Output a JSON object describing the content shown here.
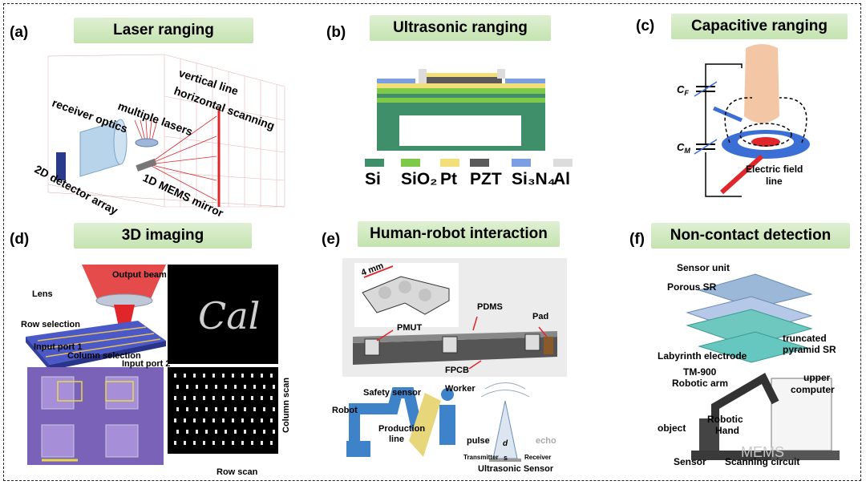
{
  "panels": {
    "a": {
      "letter": "(a)",
      "title": "Laser ranging",
      "labels": {
        "vertical_line": "vertical line",
        "horizontal_scanning": "horizontal scanning",
        "receiver_optics": "receiver optics",
        "multiple_lasers": "multiple lasers",
        "detector": "2D detector array",
        "mems_mirror": "1D MEMS mirror"
      }
    },
    "b": {
      "letter": "(b)",
      "title": "Ultrasonic  ranging",
      "legend": [
        {
          "label": "Si",
          "color": "#3f8f6b"
        },
        {
          "label": "SiO₂",
          "color": "#7ec84a"
        },
        {
          "label": "Pt",
          "color": "#f2df7a"
        },
        {
          "label": "PZT",
          "color": "#5a5a5a"
        },
        {
          "label": "Si₃N₄",
          "color": "#7b9fe0"
        },
        {
          "label": "Al",
          "color": "#dcdcdc"
        }
      ]
    },
    "c": {
      "letter": "(c)",
      "title": "Capacitive ranging",
      "labels": {
        "cf": "C",
        "cf_sub": "F",
        "cm": "C",
        "cm_sub": "M",
        "field_line_1": "Electric field",
        "field_line_2": "line"
      }
    },
    "d": {
      "letter": "(d)",
      "title": "3D imaging",
      "labels": {
        "output_beam": "Output beam",
        "lens": "Lens",
        "row_selection": "Row selection",
        "input_port_1": "Input port 1",
        "column_selection": "Column selection",
        "input_port_2": "Input port 2",
        "column_scan": "Column scan",
        "row_scan": "Row scan",
        "cal": "Cal"
      }
    },
    "e": {
      "letter": "(e)",
      "title": "Human-robot interaction",
      "labels": {
        "size": "4 mm",
        "pdms": "PDMS",
        "pad": "Pad",
        "pmut": "PMUT",
        "fpcb": "FPCB",
        "safety_sensor": "Safety sensor",
        "worker": "Worker",
        "robot": "Robot",
        "production_line_1": "Production",
        "production_line_2": "line",
        "pulse": "pulse",
        "echo": "echo",
        "d": "d",
        "s": "s",
        "transmitter": "Transmitter",
        "receiver": "Receiver",
        "ultrasonic_sensor": "Ultrasonic Sensor"
      }
    },
    "f": {
      "letter": "(f)",
      "title": "Non-contact detection",
      "labels": {
        "sensor_unit": "Sensor unit",
        "porous_sr": "Porous SR",
        "truncated_1": "truncated",
        "truncated_2": "pyramid SR",
        "labyrinth": "Labyrinth electrode",
        "tm900_1": "TM-900",
        "tm900_2": "Robotic arm",
        "upper_1": "upper",
        "upper_2": "computer",
        "object": "object",
        "robotic_1": "Robotic",
        "robotic_2": "Hand",
        "sensor": "Sensor",
        "scanning": "Scanning circuit"
      }
    }
  },
  "watermark": "MEMS",
  "colors": {
    "title_bg": "#c9e6b6",
    "red": "#e0262b",
    "blue": "#3b6fd6"
  }
}
